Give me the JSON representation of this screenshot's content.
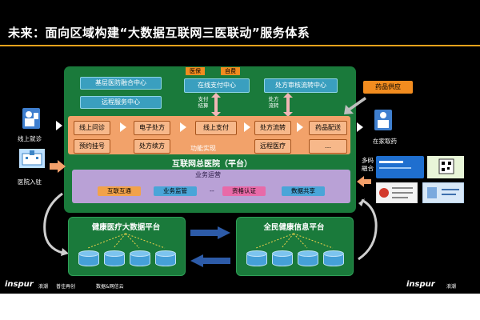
{
  "title": "未来：面向区域构建“大数据互联网三医联动”服务体系",
  "colors": {
    "accent_line": "#e6a21c",
    "platform_green": "#1a7a3b",
    "orange": "#f28c1f",
    "cyan": "#3a9fbf",
    "purple": "#b9a1d6"
  },
  "top_tags": {
    "medical_insurance": "医保",
    "self_pay": "自费"
  },
  "top_boxes": {
    "grassroots": "基层医防融合中心",
    "remote_service": "远程服务中心",
    "online_payment": "在线支付中心",
    "prescription_review": "处方审核流转中心"
  },
  "connector_labels": {
    "payment_settlement": "支付\n结算",
    "prescription_flow": "处方\n流转"
  },
  "functions": {
    "online_consult": "线上问诊",
    "appointment": "预约挂号",
    "e_prescription": "电子处方",
    "prescription_renewal": "处方续方",
    "online_payment": "线上支付",
    "prescription_flow": "处方流转",
    "remote_medical": "远程医疗",
    "drug_delivery": "药品配送",
    "more": "…",
    "label": "功能实现"
  },
  "platform_label": "互联网总医院（平台）",
  "operations": {
    "title": "业务运营",
    "interconnect": "互联互通",
    "supervision": "业务监管",
    "dash": "--",
    "qualification": "资格认证",
    "data_sharing": "数据共享"
  },
  "left": {
    "online_visit": "线上就诊",
    "hospital_entry": "医院入驻"
  },
  "right": {
    "drug_supply": "药品供应",
    "home_pickup": "在家取药",
    "multi_code": "多码\n融合"
  },
  "bottom": {
    "big_data_platform": "健康医疗大数据平台",
    "national_health_info": "全民健康信息平台"
  },
  "footer": {
    "brand_left": "inspur",
    "brand_left_cn": "浪潮",
    "partner1": "普佳再创",
    "partner2": "数据&网信云",
    "brand_right": "inspur",
    "brand_right_cn": "浪潮"
  }
}
